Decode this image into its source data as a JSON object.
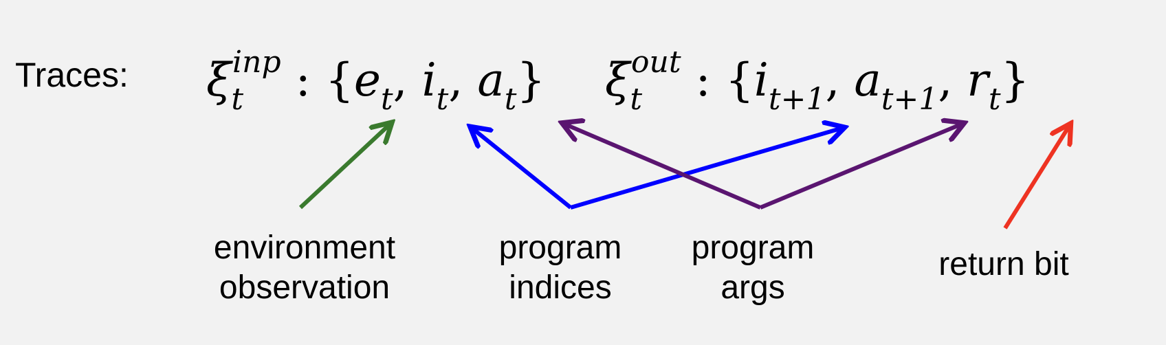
{
  "heading": "Traces:",
  "input_trace": {
    "symbol": "ξ",
    "sub": "t",
    "sup": "inp",
    "colon": ":",
    "open_brace": "{",
    "e": "e",
    "e_sub": "t",
    "comma1": ",",
    "i": "i",
    "i_sub": "t",
    "comma2": ",",
    "a": "a",
    "a_sub": "t",
    "close_brace": "}"
  },
  "output_trace": {
    "symbol": "ξ",
    "sub": "t",
    "sup": "out",
    "colon": ":",
    "open_brace": "{",
    "i": "i",
    "i_sub": "t+1",
    "comma1": ",",
    "a": "a",
    "a_sub": "t+1",
    "comma2": ",",
    "r": "r",
    "r_sub": "t",
    "close_brace": "}"
  },
  "labels": {
    "environment_line1": "environment",
    "environment_line2": "observation",
    "indices_line1": "program",
    "indices_line2": "indices",
    "args_line1": "program",
    "args_line2": "args",
    "return": "return bit"
  },
  "colors": {
    "background": "#f2f2f2",
    "environment_arrow": "#3a7a2e",
    "indices_arrow": "#0000ff",
    "args_arrow": "#5a1570",
    "return_arrow": "#ee3322"
  }
}
